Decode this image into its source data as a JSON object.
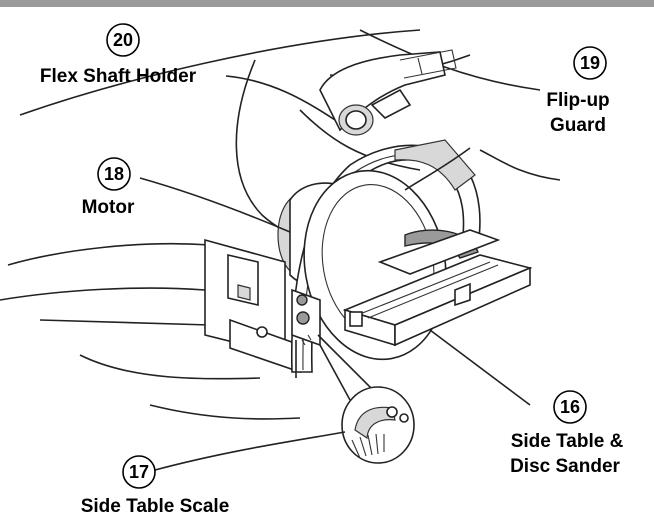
{
  "callouts": [
    {
      "number": "20",
      "label": "Flex Shaft Holder"
    },
    {
      "number": "19",
      "label_line1": "Flip-up",
      "label_line2": "Guard"
    },
    {
      "number": "18",
      "label": "Motor"
    },
    {
      "number": "16",
      "label_line1": "Side Table &",
      "label_line2": "Disc Sander"
    },
    {
      "number": "17",
      "label": "Side Table Scale"
    }
  ],
  "colors": {
    "top_bar": "#9a9a9a",
    "line": "#222222",
    "shade": "#d8d8d8"
  }
}
